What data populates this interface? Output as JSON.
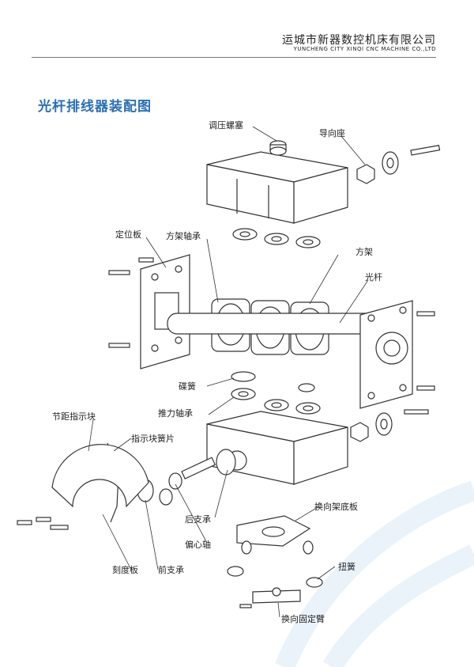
{
  "header": {
    "company_cn": "运城市新器数控机床有限公司",
    "company_en": "YUNCHENG CITY XINQI CNC MACHINE CO.,LTD"
  },
  "title": "光杆排线器装配图",
  "labels": {
    "pressure_screw": "调压螺塞",
    "guide_seat": "导向座",
    "locating_plate": "定位板",
    "square_frame_bearing": "方架轴承",
    "square_frame": "方架",
    "smooth_rod": "光杆",
    "disc_spring": "碟簧",
    "thrust_bearing": "推力轴承",
    "pitch_indicator": "节距指示块",
    "indicator_spring": "指示块簧片",
    "rear_support": "后支承",
    "reversing_base": "换向架底板",
    "eccentric_shaft": "偏心轴",
    "torsion_spring": "扭簧",
    "scale_plate": "刻度板",
    "front_support": "前支承",
    "reversing_arm": "换向固定臂"
  }
}
